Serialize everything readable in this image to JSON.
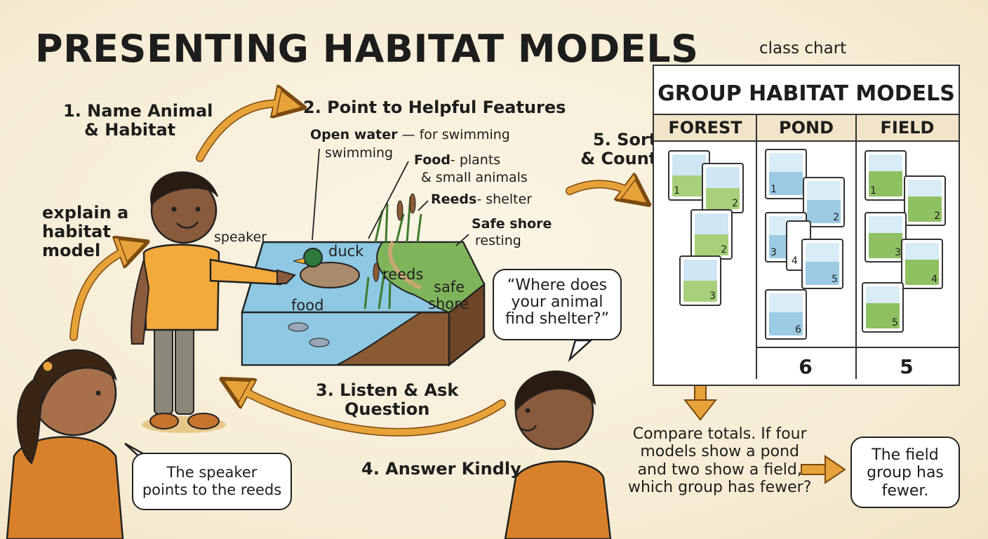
{
  "title": "PRESENTING HABITAT MODELS",
  "steps": {
    "s1_line1": "1. Name Animal",
    "s1_line2": "& Habitat",
    "s2": "2. Point to Helpful Features",
    "s3_line1": "3. Listen & Ask",
    "s3_line2": "Question",
    "s4": "4. Answer Kindly",
    "s5_line1": "5. Sort",
    "s5_line2": "& Count"
  },
  "side_label": [
    "explain a",
    "habitat",
    "model"
  ],
  "speaker_label": "speaker",
  "features": {
    "open_water_bold": "Open water",
    "open_water_rest": " — for swimming",
    "open_water_sub": "swimming",
    "food_bold": "Food",
    "food_rest": "- plants",
    "food_sub": "& small animals",
    "reeds_bold": "Reeds",
    "reeds_rest": "- shelter",
    "shore_bold": "Safe shore",
    "shore_sub": "resting"
  },
  "scene_labels": {
    "duck": "duck",
    "reeds": "reeds",
    "safe": "safe",
    "shore": "shore",
    "food": "food"
  },
  "bubbles": {
    "question": [
      "“Where does",
      "your animal",
      "find shelter?”"
    ],
    "speaker_points": [
      "The speaker",
      "points to the reeds"
    ]
  },
  "chart": {
    "caption": "class chart",
    "title": "GROUP HABITAT MODELS",
    "columns": [
      "FOREST",
      "POND",
      "FIELD"
    ],
    "forest_cards": [
      "1",
      "2",
      "2",
      "3"
    ],
    "pond_cards": [
      "1",
      "2",
      "3",
      "4",
      "5",
      "6"
    ],
    "field_cards": [
      "1",
      "2",
      "3",
      "4",
      "5"
    ],
    "totals": [
      "",
      "6",
      "5"
    ]
  },
  "compare": {
    "question": [
      "Compare totals. If four",
      "models show a pond",
      "and two show a field,",
      "which group has fewer?"
    ],
    "answer": [
      "The field",
      "group has",
      "fewer."
    ]
  },
  "colors": {
    "arrow": "#e8a23a",
    "shirt_speaker": "#f3a93b",
    "shirt_listener": "#d9812a",
    "water": "#8ec8e2",
    "grass": "#7fb55a",
    "soil": "#8a5a32"
  }
}
